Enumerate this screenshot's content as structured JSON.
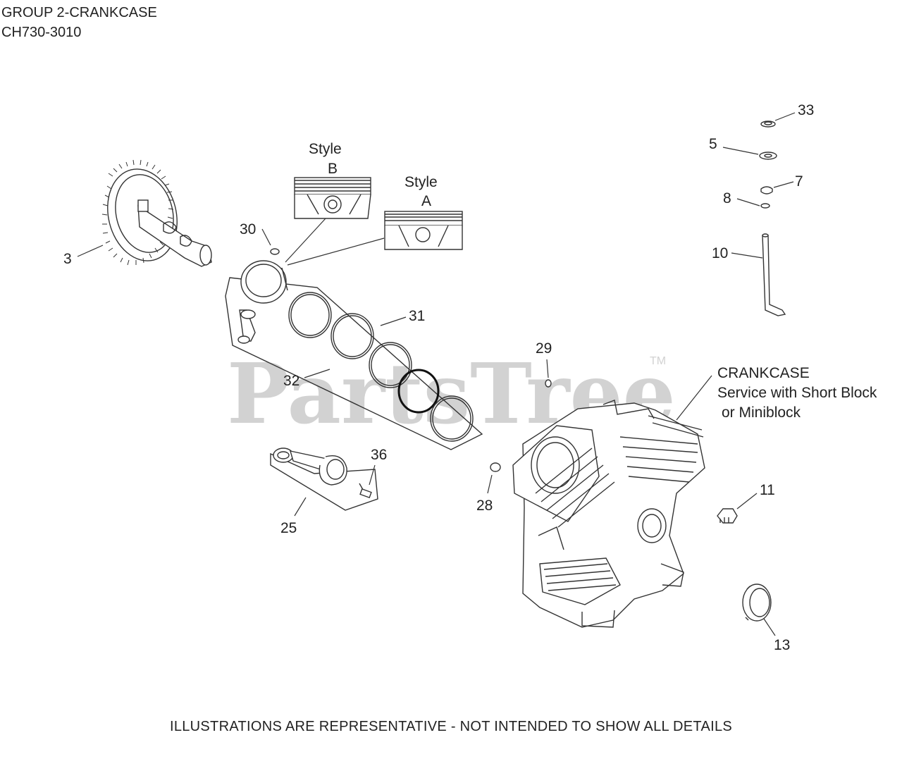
{
  "header": {
    "group_title": "GROUP 2-CRANKCASE",
    "model": "CH730-3010"
  },
  "watermark": {
    "text": "PartsTree",
    "tm": "TM"
  },
  "styles": {
    "style_b_word": "Style",
    "style_b_letter": "B",
    "style_a_word": "Style",
    "style_a_letter": "A"
  },
  "crankcase_note": {
    "title": "CRANKCASE",
    "line1": "Service with Short Block",
    "line2": "or Miniblock"
  },
  "callouts": {
    "c3": "3",
    "c5": "5",
    "c7": "7",
    "c8": "8",
    "c10": "10",
    "c11": "11",
    "c13": "13",
    "c25": "25",
    "c28": "28",
    "c29": "29",
    "c30": "30",
    "c31": "31",
    "c32": "32",
    "c33": "33",
    "c36": "36"
  },
  "disclaimer": "ILLUSTRATIONS ARE REPRESENTATIVE - NOT INTENDED TO SHOW ALL DETAILS"
}
